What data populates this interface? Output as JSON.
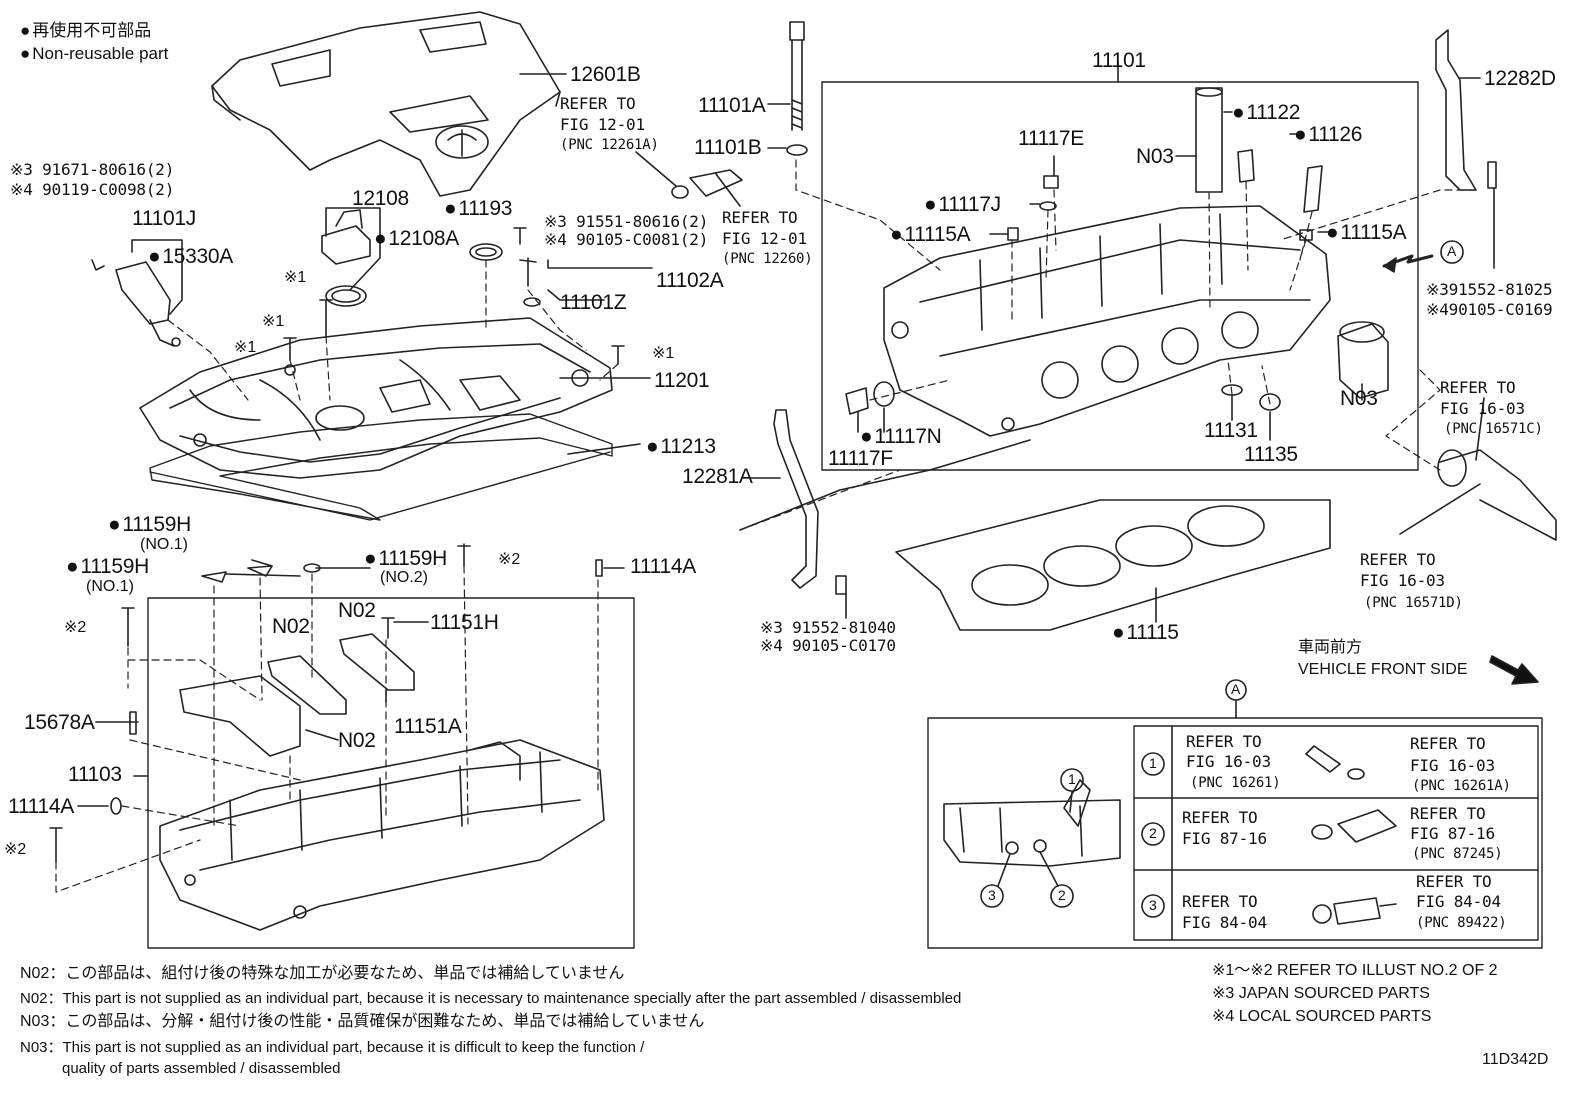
{
  "legend": {
    "jp": "再使用不可部品",
    "en": "Non-reusable part"
  },
  "parts": {
    "p12601B": "12601B",
    "p12108": "12108",
    "p12108A": "12108A",
    "p11193": "11193",
    "p11101J": "11101J",
    "p15330A": "15330A",
    "s3_91671": "※3 91671-80616(2)",
    "s4_90119": "※4 90119-C0098(2)",
    "p11101A": "11101A",
    "p11101B": "11101B",
    "refer1201_1": "REFER TO",
    "refer1201_2": "FIG 12-01",
    "refer1201_3": "(PNC 12261A)",
    "s3_91551": "※3 91551-80616(2)",
    "s4_90105_81": "※4 90105-C0081(2)",
    "refer1201b_1": "REFER TO",
    "refer1201b_2": "FIG 12-01",
    "refer1201b_3": "(PNC 12260)",
    "p11102A": "11102A",
    "p11101Z": "11101Z",
    "p11201": "11201",
    "p11213": "11213",
    "s1a": "※1",
    "s1b": "※1",
    "s1c": "※1",
    "s1d": "※1",
    "p11159H_a": "11159H",
    "no1_a": "(NO.1)",
    "p11159H_b": "11159H",
    "no1_b": "(NO.1)",
    "p11159H_c": "11159H",
    "no2": "(NO.2)",
    "s2a": "※2",
    "p11114A_a": "11114A",
    "s2b": "※2",
    "n02_a": "N02",
    "n02_b": "N02",
    "p11151H": "11151H",
    "p15678A": "15678A",
    "n02_c": "N02",
    "p11151A": "11151A",
    "p11103": "11103",
    "p11114A_b": "11114A",
    "s2c": "※2",
    "p11101": "11101",
    "p11122": "11122",
    "p11126": "11126",
    "p11117E": "11117E",
    "n03_a": "N03",
    "p11117J": "11117J",
    "p11115A_a": "11115A",
    "p11115A_b": "11115A",
    "p12282D": "12282D",
    "circleA": "A",
    "s3_391552": "※391552-81025",
    "s4_490105": "※490105-C0169",
    "n03_b": "N03",
    "p11117N": "11117N",
    "p11117F": "11117F",
    "p11131": "11131",
    "p11135": "11135",
    "p12281A": "12281A",
    "refer1603_1": "REFER TO",
    "refer1603_2": "FIG 16-03",
    "refer1603_3": "(PNC 16571C)",
    "s3_91552_81040": "※3 91552-81040",
    "s4_90105_c0170": "※4 90105-C0170",
    "p11115": "11115",
    "refer1603b_1": "REFER TO",
    "refer1603b_2": "FIG 16-03",
    "refer1603b_3": "(PNC 16571D)",
    "front_jp": "車両前方",
    "front_en": "VEHICLE FRONT SIDE"
  },
  "detailA": {
    "title": "A",
    "rows": [
      {
        "num": "1",
        "l1": "REFER TO",
        "l2": "FIG 16-03",
        "l3": "(PNC 16261)",
        "r1": "REFER TO",
        "r2": "FIG 16-03",
        "r3": "(PNC 16261A)"
      },
      {
        "num": "2",
        "l1": "REFER TO",
        "l2": "FIG 87-16",
        "l3": "",
        "r1": "REFER TO",
        "r2": "FIG 87-16",
        "r3": "(PNC 87245)"
      },
      {
        "num": "3",
        "l1": "REFER TO",
        "l2": "FIG 84-04",
        "l3": "",
        "r1": "REFER TO",
        "r2": "FIG 84-04",
        "r3": "(PNC 89422)"
      }
    ],
    "callouts": [
      "1",
      "2",
      "3"
    ]
  },
  "notes": {
    "n02_jp": "N02：この部品は、組付け後の特殊な加工が必要なため、単品では補給していません",
    "n02_en": "N02：This part is not supplied as an individual part, because it is necessary to maintenance specially after the part assembled / disassembled",
    "n03_jp": "N03：この部品は、分解・組付け後の性能・品質確保が困難なため、単品では補給していません",
    "n03_en1": "N03：This part is not supplied as an individual part, because it is difficult to keep the function /",
    "n03_en2": "quality of parts  assembled / disassembled"
  },
  "footnotes": {
    "f12": "※1～※2  REFER TO ILLUST NO.2 OF 2",
    "f3": "※3 JAPAN SOURCED PARTS",
    "f4": "※4 LOCAL SOURCED PARTS"
  },
  "diagram_id": "11D342D"
}
